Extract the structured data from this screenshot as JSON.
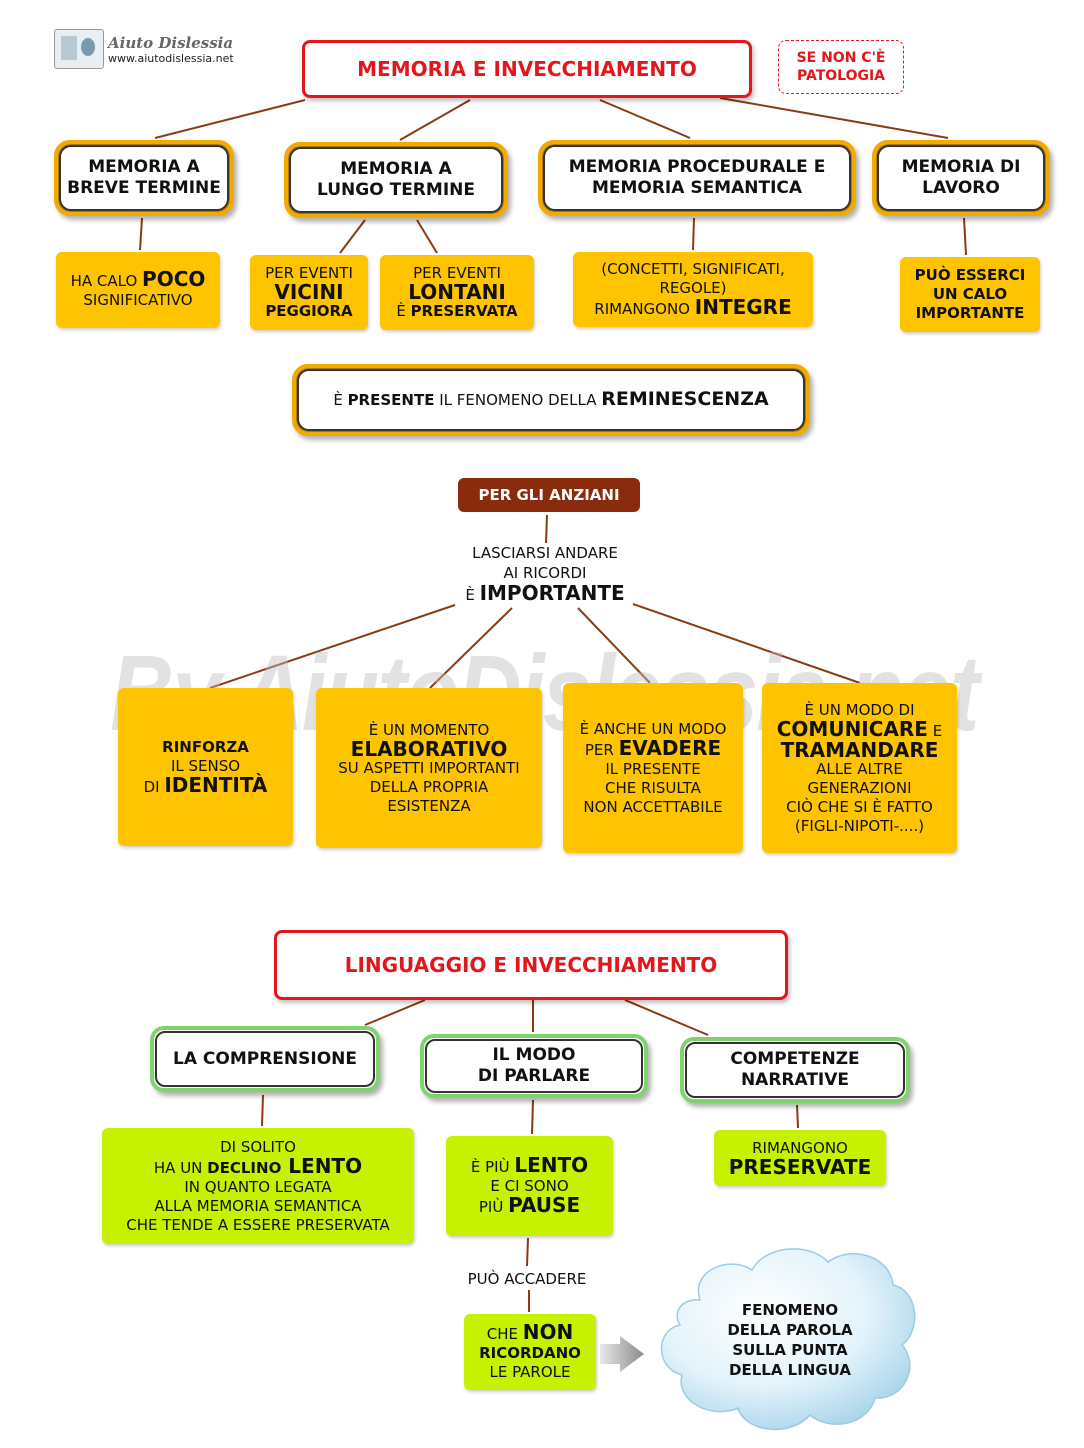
{
  "logo": {
    "name": "Aiuto Dislessia",
    "url": "www.aiutodislessia.net"
  },
  "watermark": "By AiutoDislessia.net",
  "memoria": {
    "title": "MEMORIA E INVECCHIAMENTO",
    "note": [
      "SE NON C'È",
      "PATOLOGIA"
    ],
    "nodes": [
      {
        "lines": [
          "MEMORIA A",
          "BREVE TERMINE"
        ]
      },
      {
        "lines": [
          "MEMORIA A",
          "LUNGO TERMINE"
        ]
      },
      {
        "lines": [
          "MEMORIA PROCEDURALE E",
          "MEMORIA SEMANTICA"
        ]
      },
      {
        "lines": [
          "MEMORIA DI",
          "LAVORO"
        ]
      }
    ],
    "details": {
      "breve": {
        "a": "HA CALO ",
        "b": "POCO",
        "c": "SIGNIFICATIVO"
      },
      "vicini": {
        "a": "PER EVENTI",
        "b": "VICINI",
        "c": "PEGGIORA"
      },
      "lontani": {
        "a": "PER EVENTI",
        "b": "LONTANI",
        "c1": "È ",
        "c2": "PRESERVATA"
      },
      "semantica": {
        "a": "(CONCETTI, SIGNIFICATI,",
        "b": "REGOLE)",
        "c": "RIMANGONO ",
        "d": "INTEGRE"
      },
      "lavoro": {
        "a": "PUÒ ESSERCI",
        "b": "UN CALO",
        "c": "IMPORTANTE"
      }
    },
    "reminiscenza": {
      "a": "È ",
      "b": "PRESENTE",
      "c": " IL FENOMENO DELLA ",
      "d": "REMINESCENZA"
    },
    "anziani": "PER GLI ANZIANI",
    "ricordi": {
      "a": "LASCIARSI ANDARE",
      "b": "AI RICORDI",
      "c": "È ",
      "d": "IMPORTANTE"
    },
    "reasons": {
      "identita": {
        "a": "RINFORZA",
        "b": "IL SENSO",
        "c": "DI ",
        "d": "IDENTITÀ"
      },
      "elaborativo": {
        "a": "È UN MOMENTO",
        "b": "ELABORATIVO",
        "c": "SU ASPETTI IMPORTANTI",
        "d": "DELLA PROPRIA",
        "e": "ESISTENZA"
      },
      "evadere": {
        "a": "È ANCHE UN MODO",
        "b": "PER ",
        "c": "EVADERE",
        "d": "IL PRESENTE",
        "e": "CHE RISULTA",
        "f": "NON ACCETTABILE"
      },
      "comunicare": {
        "a": "È UN MODO DI",
        "b": "COMUNICARE",
        "c": " E",
        "d": "TRAMANDARE",
        "e": "ALLE ALTRE",
        "f": "GENERAZIONI",
        "g": "CIÒ CHE SI È FATTO",
        "h": "(FIGLI-NIPOTI-....)"
      }
    }
  },
  "linguaggio": {
    "title": "LINGUAGGIO E INVECCHIAMENTO",
    "nodes": [
      {
        "lines": [
          "LA COMPRENSIONE"
        ]
      },
      {
        "lines": [
          "IL MODO",
          "DI PARLARE"
        ]
      },
      {
        "lines": [
          "COMPETENZE",
          "NARRATIVE"
        ]
      }
    ],
    "comprensione": {
      "a": "DI SOLITO",
      "b": "HA UN ",
      "c": "DECLINO",
      "d": " LENTO",
      "e": "IN QUANTO LEGATA",
      "f": "ALLA MEMORIA SEMANTICA",
      "g": "CHE TENDE A ESSERE PRESERVATA"
    },
    "parlare": {
      "a": "È PIÙ ",
      "b": "LENTO",
      "c": "E CI SONO",
      "d": "PIÙ ",
      "e": "PAUSE"
    },
    "narrative": {
      "a": "RIMANGONO",
      "b": "PRESERVATE"
    },
    "accadere": "PUÒ ACCADERE",
    "ricordano": {
      "a": "CHE ",
      "b": "NON",
      "c": "RICORDANO",
      "d": "LE PAROLE"
    },
    "cloud": [
      "FENOMENO",
      "DELLA PAROLA",
      "SULLA PUNTA",
      "DELLA LINGUA"
    ]
  },
  "colors": {
    "red": "#e3161c",
    "orange": "#f2a900",
    "yellow": "#ffc400",
    "lime": "#c6f200",
    "green": "#7ed36f",
    "brown": "#8a2b0d",
    "line": "#8b3a12"
  }
}
